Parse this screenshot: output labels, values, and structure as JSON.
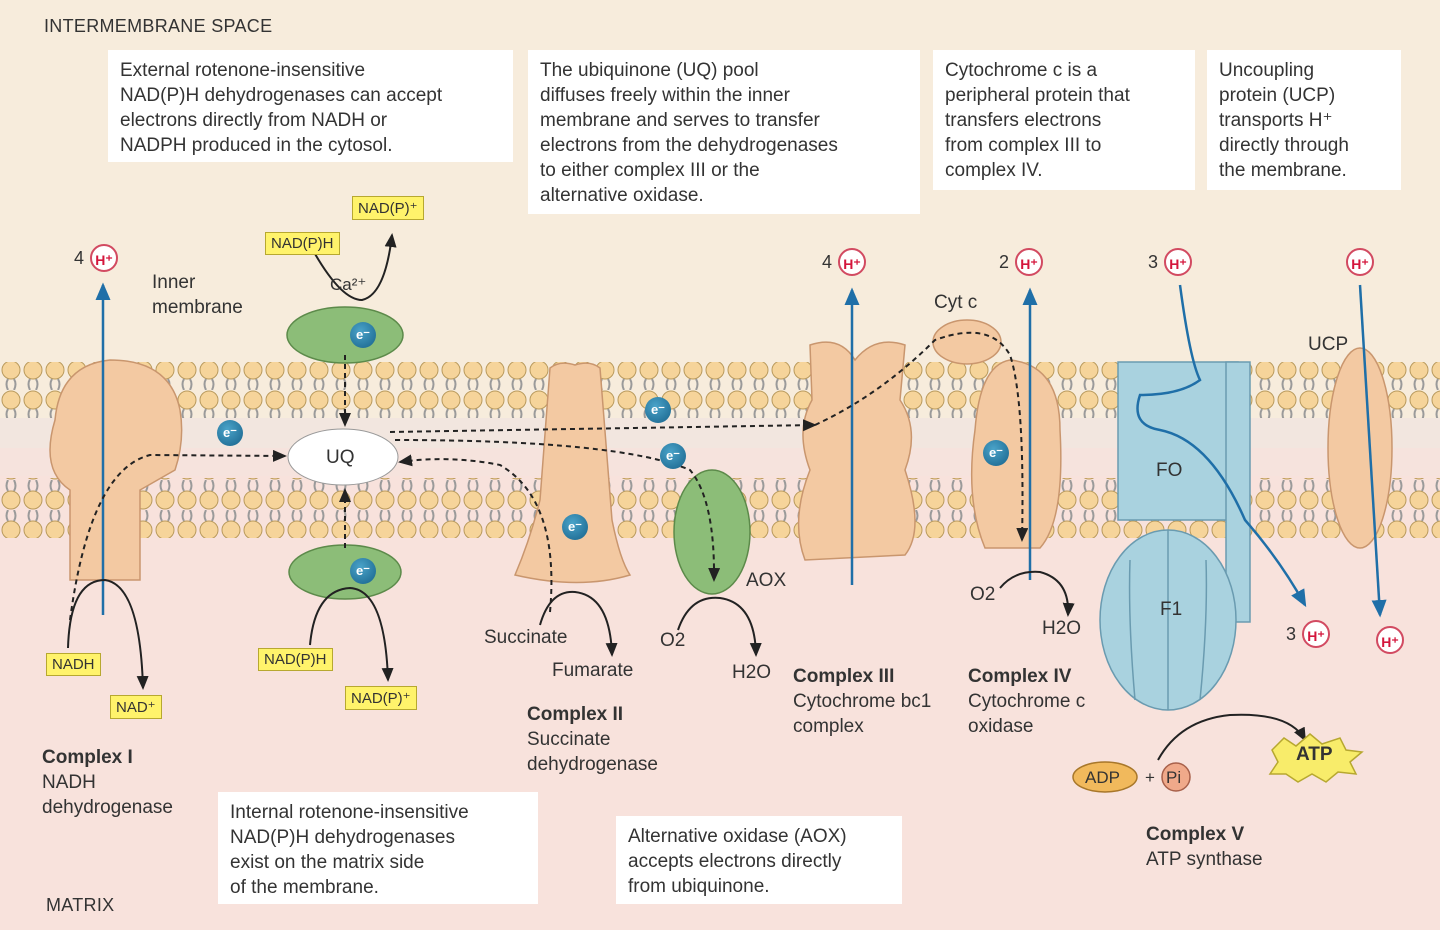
{
  "regions": {
    "top": "INTERMEMBRANE SPACE",
    "bottom": "MATRIX"
  },
  "callouts": {
    "external": [
      "External rotenone-insensitive",
      "NAD(P)H dehydrogenases can accept",
      "electrons directly from NADH or",
      "NADPH produced in the cytosol."
    ],
    "uq_pool": [
      "The ubiquinone (UQ) pool",
      "diffuses freely within the inner",
      "membrane and serves to transfer",
      "electrons from the dehydrogenases",
      "to either complex III or the",
      "alternative oxidase."
    ],
    "cytc": [
      "Cytochrome c is a",
      "peripheral protein that",
      "transfers electrons",
      "from complex III to",
      "complex IV."
    ],
    "ucp": [
      "Uncoupling",
      "protein (UCP)",
      "transports H⁺",
      "directly through",
      "the membrane."
    ],
    "internal": [
      "Internal rotenone-insensitive",
      "NAD(P)H dehydrogenases",
      "exist on the matrix side",
      "of the membrane."
    ],
    "aox": [
      "Alternative oxidase (AOX)",
      "accepts electrons directly",
      "from ubiquinone."
    ]
  },
  "labels": {
    "inner_membrane": [
      "Inner",
      "membrane"
    ],
    "ca": "Ca²⁺",
    "uq": "UQ",
    "cyt_c": "Cyt c",
    "aox": "AOX",
    "ucp": "UCP",
    "fo": "FO",
    "f1": "F1",
    "succinate": "Succinate",
    "fumarate": "Fumarate",
    "o2_aox": "O2",
    "h2o_aox": "H2O",
    "o2_iv": "O2",
    "h2o_iv": "H2O",
    "adp": "ADP",
    "pi": "Pi",
    "plus": "+",
    "atp": "ATP",
    "electron": "e⁻",
    "proton": "H⁺"
  },
  "yellow_boxes": {
    "nadph_top": "NAD(P)H",
    "nadp_top": "NAD(P)⁺",
    "nadh": "NADH",
    "nad": "NAD⁺",
    "nadph_bottom": "NAD(P)H",
    "nadp_bottom": "NAD(P)⁺"
  },
  "proton_counts": {
    "complex_i": "4",
    "complex_iii": "4",
    "complex_iv": "2",
    "atp_in": "3",
    "atp_out": "3"
  },
  "complexes": {
    "i": {
      "name": "Complex I",
      "desc": [
        "NADH",
        "dehydrogenase"
      ]
    },
    "ii": {
      "name": "Complex II",
      "desc": [
        "Succinate",
        "dehydrogenase"
      ]
    },
    "iii": {
      "name": "Complex III",
      "desc": [
        "Cytochrome bc1",
        "complex"
      ]
    },
    "iv": {
      "name": "Complex IV",
      "desc": [
        "Cytochrome c",
        "oxidase"
      ]
    },
    "v": {
      "name": "Complex V",
      "desc": [
        "ATP synthase"
      ]
    }
  },
  "colors": {
    "intermembrane_bg": "#f7ecdc",
    "matrix_bg": "#f8e2dc",
    "protein": "#f3c9a2",
    "green_protein": "#8cbd78",
    "atp_synthase": "#a9d2df",
    "arrow_blue": "#1f6fa8",
    "proton_red": "#d4163c",
    "highlight_yellow": "#fff36b"
  }
}
